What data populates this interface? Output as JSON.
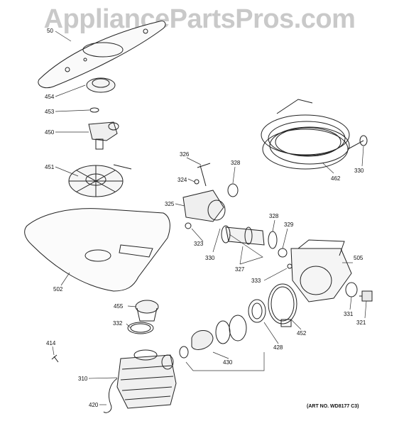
{
  "watermark": "AppliancePartsPros.com",
  "art_no": "(ART NO. WD8177 C3)",
  "callouts": [
    {
      "id": "c50",
      "text": "50"
    },
    {
      "id": "c454",
      "text": "454"
    },
    {
      "id": "c453",
      "text": "453"
    },
    {
      "id": "c450",
      "text": "450"
    },
    {
      "id": "c451",
      "text": "451"
    },
    {
      "id": "c502",
      "text": "502"
    },
    {
      "id": "c326",
      "text": "326"
    },
    {
      "id": "c324",
      "text": "324"
    },
    {
      "id": "c328a",
      "text": "328"
    },
    {
      "id": "c325",
      "text": "325"
    },
    {
      "id": "c323",
      "text": "323"
    },
    {
      "id": "c330a",
      "text": "330"
    },
    {
      "id": "c328b",
      "text": "328"
    },
    {
      "id": "c329",
      "text": "329"
    },
    {
      "id": "c327",
      "text": "327"
    },
    {
      "id": "c333",
      "text": "333"
    },
    {
      "id": "c505",
      "text": "505"
    },
    {
      "id": "c462",
      "text": "462"
    },
    {
      "id": "c330b",
      "text": "330"
    },
    {
      "id": "c331",
      "text": "331"
    },
    {
      "id": "c321",
      "text": "321"
    },
    {
      "id": "c452",
      "text": "452"
    },
    {
      "id": "c428",
      "text": "428"
    },
    {
      "id": "c430",
      "text": "430"
    },
    {
      "id": "c455",
      "text": "455"
    },
    {
      "id": "c332",
      "text": "332"
    },
    {
      "id": "c414",
      "text": "414"
    },
    {
      "id": "c310",
      "text": "310"
    },
    {
      "id": "c420",
      "text": "420"
    }
  ]
}
